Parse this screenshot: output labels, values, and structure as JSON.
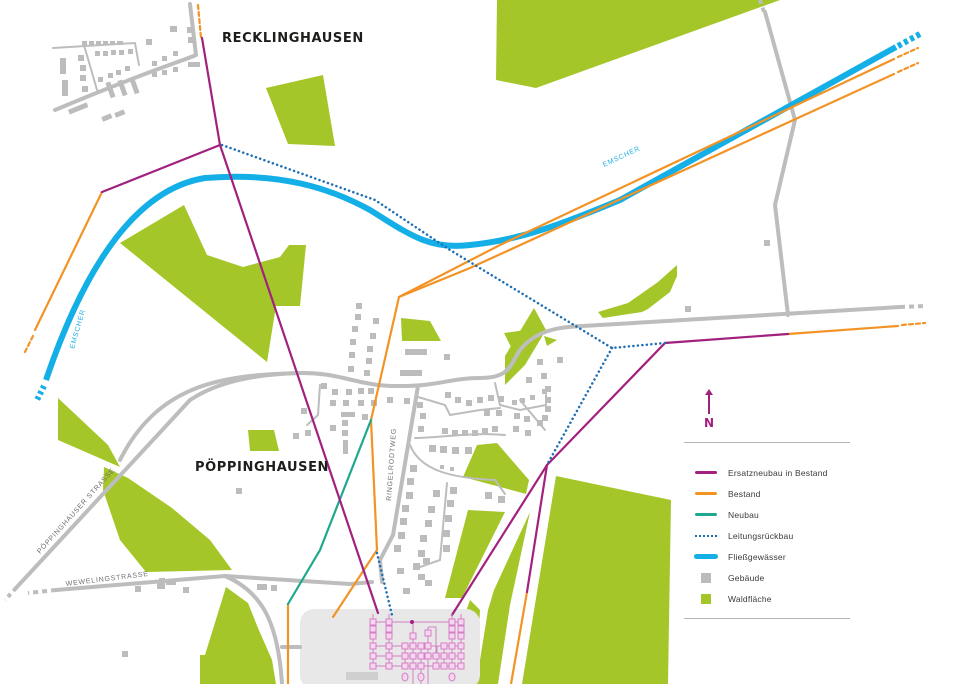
{
  "places": {
    "recklinghausen": "RECKLINGHAUSEN",
    "poeppinghausen": "PÖPPINGHAUSEN"
  },
  "streets": {
    "poeppinghauser_strasse": "PÖPPINGHAUSER STRASSE",
    "wewelingstrasse": "WEWELINGSTRASSE",
    "ringelrodtweg": "RINGELRODTWEG"
  },
  "water": {
    "emscher_label_1": "EMSCHER",
    "emscher_label_2": "EMSCHER"
  },
  "compass": {
    "north_label": "N"
  },
  "colors": {
    "ersatzneubau": "#a2207e",
    "bestand": "#f39325",
    "neubau": "#1fa88e",
    "leitungsrueckbau": "#1f6fb3",
    "fliessgewaesser": "#14afe6",
    "gebaeude": "#bcbcbc",
    "waldflaeche": "#a5c628",
    "umspannwerk_area": "#e8e8e8",
    "road": "#bdbdbd"
  },
  "legend": {
    "items": [
      {
        "key": "ersatzneubau",
        "label": "Ersatzneubau in Bestand",
        "type": "line"
      },
      {
        "key": "bestand",
        "label": "Bestand",
        "type": "line"
      },
      {
        "key": "neubau",
        "label": "Neubau",
        "type": "line"
      },
      {
        "key": "leitungsrueckbau",
        "label": "Leitungsrückbau",
        "type": "dots"
      },
      {
        "key": "fliessgewaesser",
        "label": "Fließgewässer",
        "type": "thick"
      },
      {
        "key": "gebaeude",
        "label": "Gebäude",
        "type": "box"
      },
      {
        "key": "waldflaeche",
        "label": "Waldfläche",
        "type": "box"
      }
    ]
  }
}
